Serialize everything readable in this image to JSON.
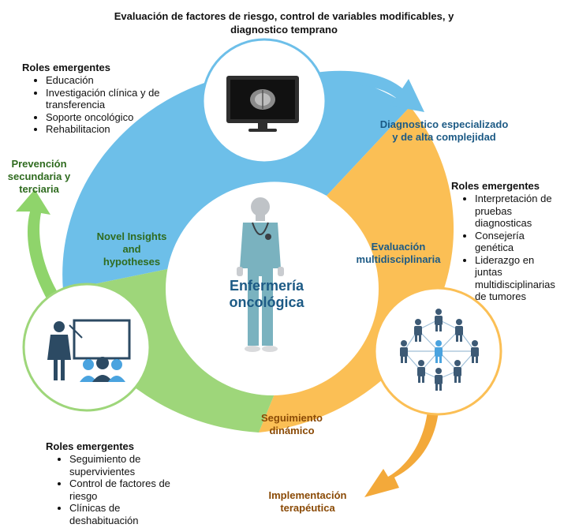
{
  "title": "Evaluación de factores de riesgo, control de variables modificables, y diagnostico temprano",
  "colors": {
    "blue": "#6dbfe9",
    "yellow": "#fbbf55",
    "green": "#9ed67a",
    "green_arrow": "#8fd46b",
    "orange_arrow": "#f3a93a",
    "dark_green_text": "#2f6b1f",
    "dark_blue_text": "#1c5a85",
    "orange_text": "#8a4a06"
  },
  "ring_labels": {
    "diagnostico": "Diagnostico especializado y de alta complejidad",
    "evaluacion": "Evaluación multidisciplinaria",
    "implementacion": "Implementación terapéutica",
    "seguimiento": "Seguimiento dinámico",
    "novel": "Novel Insights and hypotheses",
    "prevencion": "Prevención secundaria y terciaria"
  },
  "center_title": "Enfermería oncológica",
  "roles": {
    "top_left": {
      "heading": "Roles emergentes",
      "items": [
        "Educación",
        "Investigación clínica y de transferencia",
        "Soporte oncológico",
        "Rehabilitacion"
      ]
    },
    "right": {
      "heading": "Roles emergentes",
      "items": [
        "Interpretación de pruebas diagnosticas",
        "Consejería genética",
        "Liderazgo en juntas multidisciplinarias de tumores"
      ]
    },
    "bottom_left": {
      "heading": "Roles emergentes",
      "items": [
        "Seguimiento de supervivientes",
        "Control de factores de riesgo",
        "Clínicas de deshabituación"
      ]
    }
  },
  "icons": [
    "monitor-icon",
    "network-icon",
    "teacher-icon",
    "nurse-figure"
  ]
}
